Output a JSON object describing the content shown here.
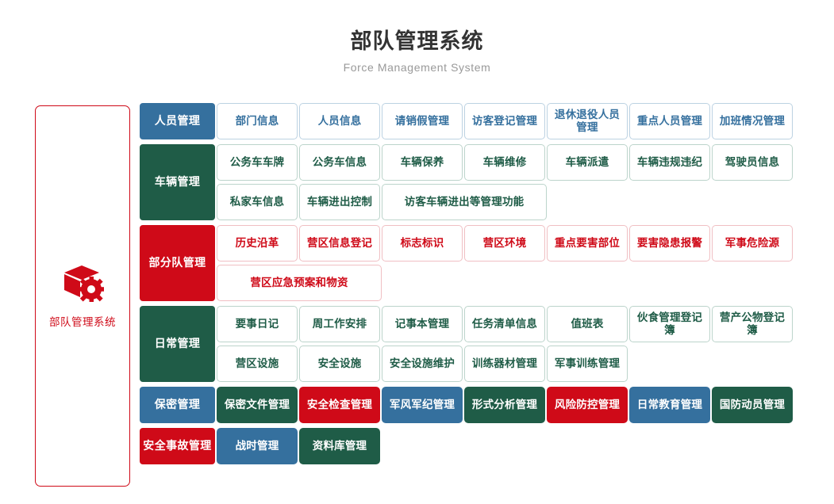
{
  "header": {
    "title": "部队管理系统",
    "subtitle": "Force Management System"
  },
  "system_panel": {
    "label": "部队管理系统",
    "icon": "box-gear-icon",
    "accent_color": "#cf0a18"
  },
  "colors": {
    "blue": "#35709e",
    "green": "#1f5c47",
    "red": "#cf0a18",
    "title_text": "#333333",
    "subtitle_text": "#999999"
  },
  "sections": [
    {
      "label": "人员管理",
      "style": "fill-blue",
      "item_style": "outline-blue",
      "items": [
        {
          "label": "部门信息"
        },
        {
          "label": "人员信息"
        },
        {
          "label": "请销假管理"
        },
        {
          "label": "访客登记管理"
        },
        {
          "label": "退休退役人员管理"
        },
        {
          "label": "重点人员管理"
        },
        {
          "label": "加班情况管理"
        }
      ]
    },
    {
      "label": "车辆管理",
      "style": "fill-green",
      "item_style": "outline-green",
      "items": [
        {
          "label": "公务车车牌"
        },
        {
          "label": "公务车信息"
        },
        {
          "label": "车辆保养"
        },
        {
          "label": "车辆维修"
        },
        {
          "label": "车辆派遣"
        },
        {
          "label": "车辆违规违纪"
        },
        {
          "label": "驾驶员信息"
        },
        {
          "label": "私家车信息"
        },
        {
          "label": "车辆进出控制"
        },
        {
          "label": "访客车辆进出等管理功能",
          "wide": true
        }
      ]
    },
    {
      "label": "部分队管理",
      "style": "fill-red",
      "item_style": "outline-red",
      "items": [
        {
          "label": "历史沿革"
        },
        {
          "label": "营区信息登记"
        },
        {
          "label": "标志标识"
        },
        {
          "label": "营区环境"
        },
        {
          "label": "重点要害部位"
        },
        {
          "label": "要害隐患报警"
        },
        {
          "label": "军事危险源"
        },
        {
          "label": "营区应急预案和物资",
          "wide": true
        }
      ]
    },
    {
      "label": "日常管理",
      "style": "fill-green",
      "item_style": "outline-green",
      "items": [
        {
          "label": "要事日记"
        },
        {
          "label": "周工作安排"
        },
        {
          "label": "记事本管理"
        },
        {
          "label": "任务清单信息"
        },
        {
          "label": "值班表"
        },
        {
          "label": "伙食管理登记簿"
        },
        {
          "label": "营产公物登记簿"
        },
        {
          "label": "营区设施"
        },
        {
          "label": "安全设施"
        },
        {
          "label": "安全设施维护"
        },
        {
          "label": "训练器材管理"
        },
        {
          "label": "军事训练管理"
        }
      ]
    },
    {
      "label": "保密管理",
      "style": "fill-blue",
      "item_style": "",
      "items": [
        {
          "label": "保密文件管理",
          "style": "fill-green"
        },
        {
          "label": "安全检查管理",
          "style": "fill-red"
        },
        {
          "label": "军风军纪管理",
          "style": "fill-blue"
        },
        {
          "label": "形式分析管理",
          "style": "fill-green"
        },
        {
          "label": "风险防控管理",
          "style": "fill-red"
        },
        {
          "label": "日常教育管理",
          "style": "fill-blue"
        },
        {
          "label": "国防动员管理",
          "style": "fill-green"
        }
      ]
    },
    {
      "label": "安全事故管理",
      "style": "fill-red",
      "item_style": "",
      "items": [
        {
          "label": "战时管理",
          "style": "fill-blue"
        },
        {
          "label": "资料库管理",
          "style": "fill-green"
        }
      ]
    }
  ]
}
